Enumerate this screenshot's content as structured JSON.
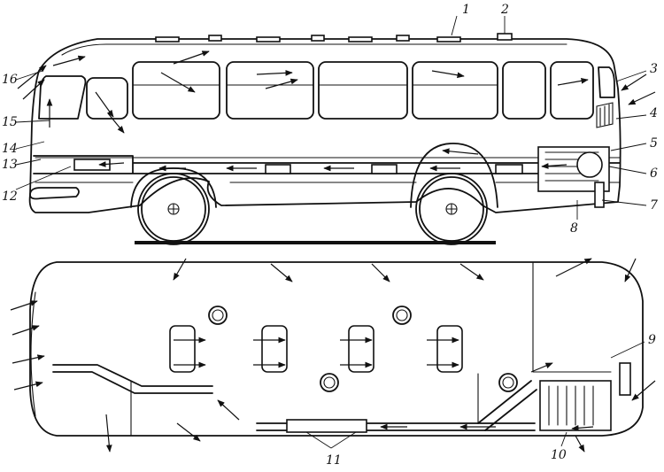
{
  "callouts": [
    "1",
    "2",
    "3",
    "4",
    "5",
    "6",
    "7",
    "8",
    "9",
    "10",
    "11",
    "12",
    "13",
    "14",
    "15",
    "16"
  ],
  "colors": {
    "ink": "#111111",
    "paper": "#ffffff"
  },
  "views": [
    "side-view",
    "top-view"
  ]
}
